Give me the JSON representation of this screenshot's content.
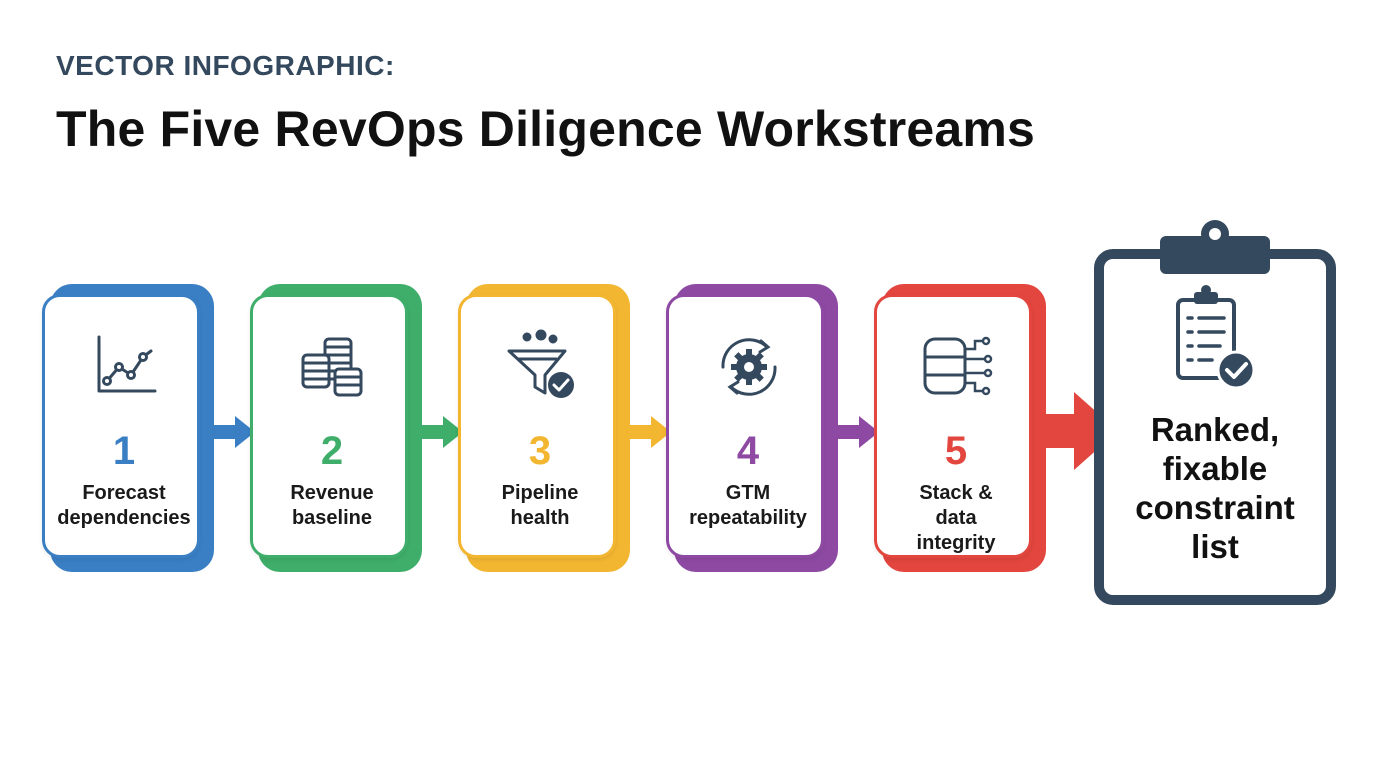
{
  "header": {
    "kicker": "VECTOR INFOGRAPHIC:",
    "title": "The Five RevOps Diligence Workstreams"
  },
  "steps": [
    {
      "number": "1",
      "lines": [
        "Forecast",
        "dependencies"
      ],
      "color": "#3a7fc4",
      "icon": "line-chart-icon"
    },
    {
      "number": "2",
      "lines": [
        "Revenue",
        "baseline"
      ],
      "color": "#3fae6a",
      "icon": "coin-stack-icon"
    },
    {
      "number": "3",
      "lines": [
        "Pipeline",
        "health"
      ],
      "color": "#f2b631",
      "icon": "funnel-check-icon"
    },
    {
      "number": "4",
      "lines": [
        "GTM",
        "repeatability"
      ],
      "color": "#8e4aa3",
      "icon": "gear-cycle-icon"
    },
    {
      "number": "5",
      "lines": [
        "Stack &",
        "data",
        "integrity"
      ],
      "color": "#e2463e",
      "icon": "database-network-icon"
    }
  ],
  "result": {
    "lines": [
      "Ranked,",
      "fixable",
      "constraint",
      "list"
    ],
    "color": "#34495e",
    "icon": "clipboard-checklist-icon"
  }
}
